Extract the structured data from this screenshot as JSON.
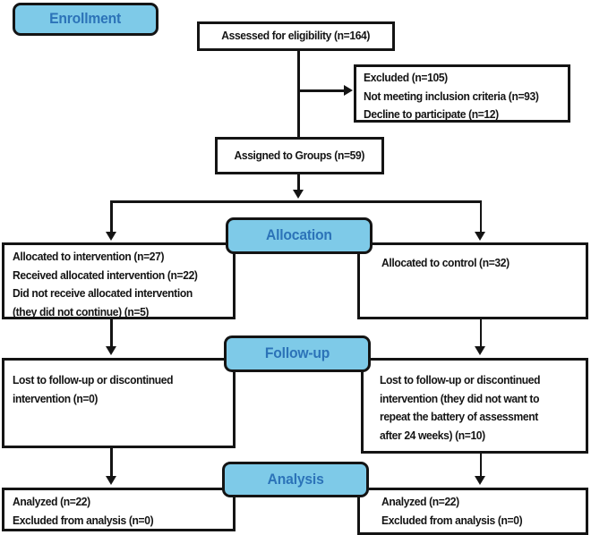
{
  "diagram": {
    "type": "consort-flow",
    "colors": {
      "badge_fill": "#7ECAE8",
      "badge_text": "#2C73B8",
      "box_border": "#141414",
      "box_fill": "#FFFFFF",
      "body_text": "#141414"
    },
    "stages": {
      "enrollment": "Enrollment",
      "allocation": "Allocation",
      "followup": "Follow-up",
      "analysis": "Analysis"
    },
    "boxes": {
      "eligibility": "Assessed for eligibility (n=164)",
      "excluded": [
        "Excluded (n=105)",
        "Not meeting inclusion criteria (n=93)",
        "Decline to participate (n=12)"
      ],
      "assigned": "Assigned to Groups (n=59)",
      "alloc_left": [
        "Allocated to intervention (n=27)",
        "Received allocated intervention (n=22)",
        "Did not receive allocated intervention",
        "(they did not continue) (n=5)"
      ],
      "alloc_right": [
        "Allocated to control (n=32)"
      ],
      "followup_left": [
        "Lost to follow-up or discontinued",
        "intervention  (n=0)"
      ],
      "followup_right": [
        "Lost to follow-up or discontinued",
        "intervention (they did not want to",
        "repeat the battery of assessment",
        "after 24 weeks) (n=10)"
      ],
      "analysis_left": [
        "Analyzed (n=22)",
        "Excluded from analysis (n=0)"
      ],
      "analysis_right": [
        "Analyzed (n=22)",
        "Excluded from analysis (n=0)"
      ]
    }
  }
}
